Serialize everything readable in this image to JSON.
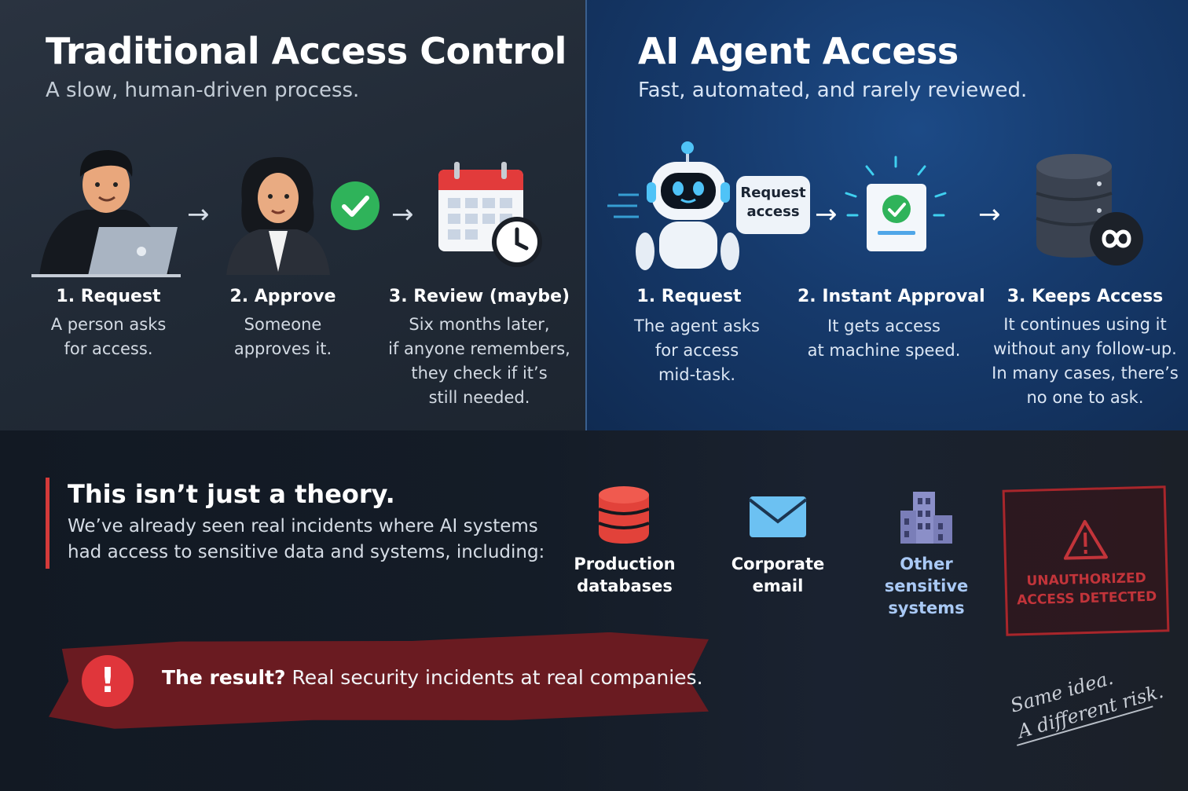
{
  "traditional": {
    "title": "Traditional Access Control",
    "subtitle": "A slow, human-driven process.",
    "steps": [
      {
        "title": "1. Request",
        "text": "A person asks\nfor access."
      },
      {
        "title": "2. Approve",
        "text": "Someone\napproves it."
      },
      {
        "title": "3. Review (maybe)",
        "text": "Six months later,\nif anyone remembers,\nthey check if it’s\nstill needed."
      }
    ]
  },
  "ai_agent": {
    "title": "AI Agent Access",
    "subtitle": "Fast, automated, and rarely reviewed.",
    "bubble": "Request\naccess",
    "steps": [
      {
        "title": "1. Request",
        "text": "The agent asks\nfor access\nmid-task."
      },
      {
        "title": "2. Instant Approval",
        "text": "It gets access\nat machine speed."
      },
      {
        "title": "3. Keeps Access",
        "text": "It continues using it\nwithout any follow-up.\nIn many cases, there’s\nno one to ask."
      }
    ]
  },
  "incidents": {
    "title": "This isn’t just a theory.",
    "text": "We’ve already seen real incidents where AI systems had access to sensitive data and systems, including:",
    "systems": [
      {
        "label": "Production\ndatabases",
        "icon": "database-icon"
      },
      {
        "label": "Corporate\nemail",
        "icon": "envelope-icon"
      },
      {
        "label": "Other sensitive\nsystems",
        "icon": "building-icon"
      }
    ]
  },
  "result": {
    "strong": "The result?",
    "text": " Real security incidents at real companies."
  },
  "alert": "UNAUTHORIZED\nACCESS DETECTED",
  "tagline": "Same idea.\nA different risk.",
  "colors": {
    "accent_red": "#e0363b",
    "approve_green": "#2fb35a",
    "ai_blue": "#163a6c",
    "glow_cyan": "#3fd0f0"
  }
}
